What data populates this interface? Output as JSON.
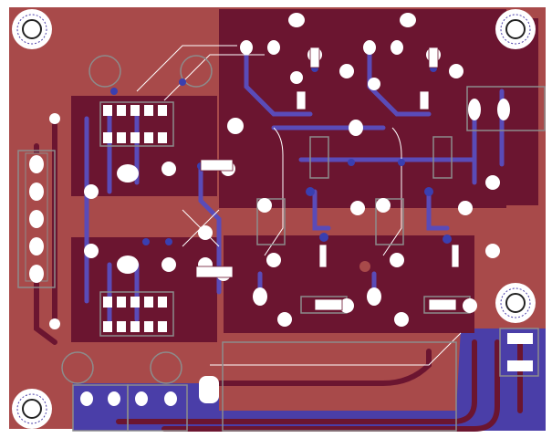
{
  "view": {
    "kind": "pcb-layout-editor",
    "mounting_holes": 4,
    "connectors": [
      {
        "name": "power-input-header",
        "pins": 5
      },
      {
        "name": "output-terminal-block",
        "pins": 2
      },
      {
        "name": "bottom-header-left",
        "pins": 2
      },
      {
        "name": "bottom-header-right",
        "pins": 2
      }
    ],
    "amplifier_channels": 2
  },
  "colors": {
    "background": "#ffffff",
    "board_copper_fill": "#a84a4a",
    "top_copper_dark": "#6b1530",
    "bottom_copper": "#4a3ea8",
    "bottom_trace": "#5a4bb8",
    "silkscreen": "#8c8c8c",
    "board_outline": "#c8c8c8",
    "pad": "#ffffff",
    "via": "#3a3fb0",
    "outline_trace": "#6b1530"
  }
}
